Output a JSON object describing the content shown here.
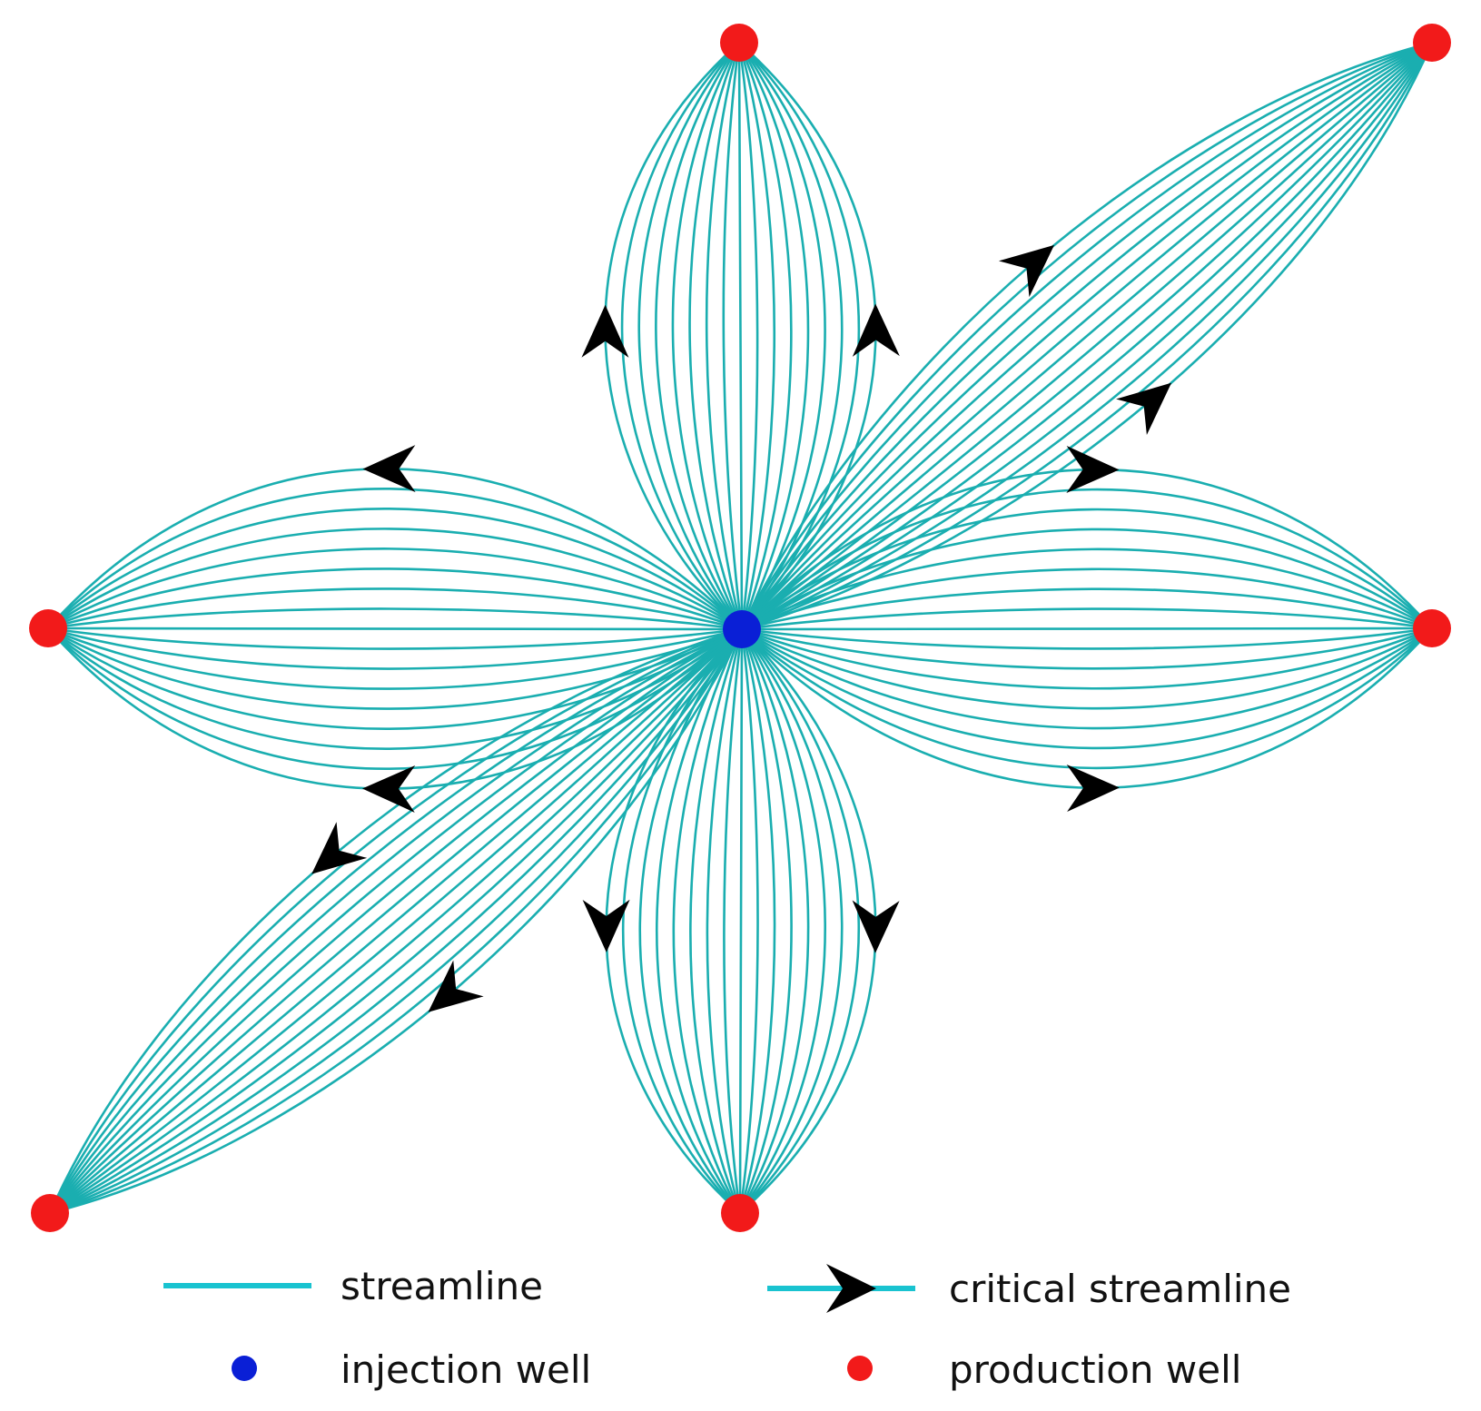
{
  "colors": {
    "streamline": "#1aaeb0",
    "legend_line": "#19c3d0",
    "arrow": "#000000",
    "injection_well": "#0a1fd6",
    "production_well": "#f21a1a"
  },
  "wells": {
    "injection": {
      "name": "injection well",
      "count": 1
    },
    "production": {
      "name": "production well",
      "count": 6
    }
  },
  "legend": {
    "streamline": "streamline",
    "critical_streamline": "critical streamline",
    "injection_well": "injection well",
    "production_well": "production well"
  }
}
